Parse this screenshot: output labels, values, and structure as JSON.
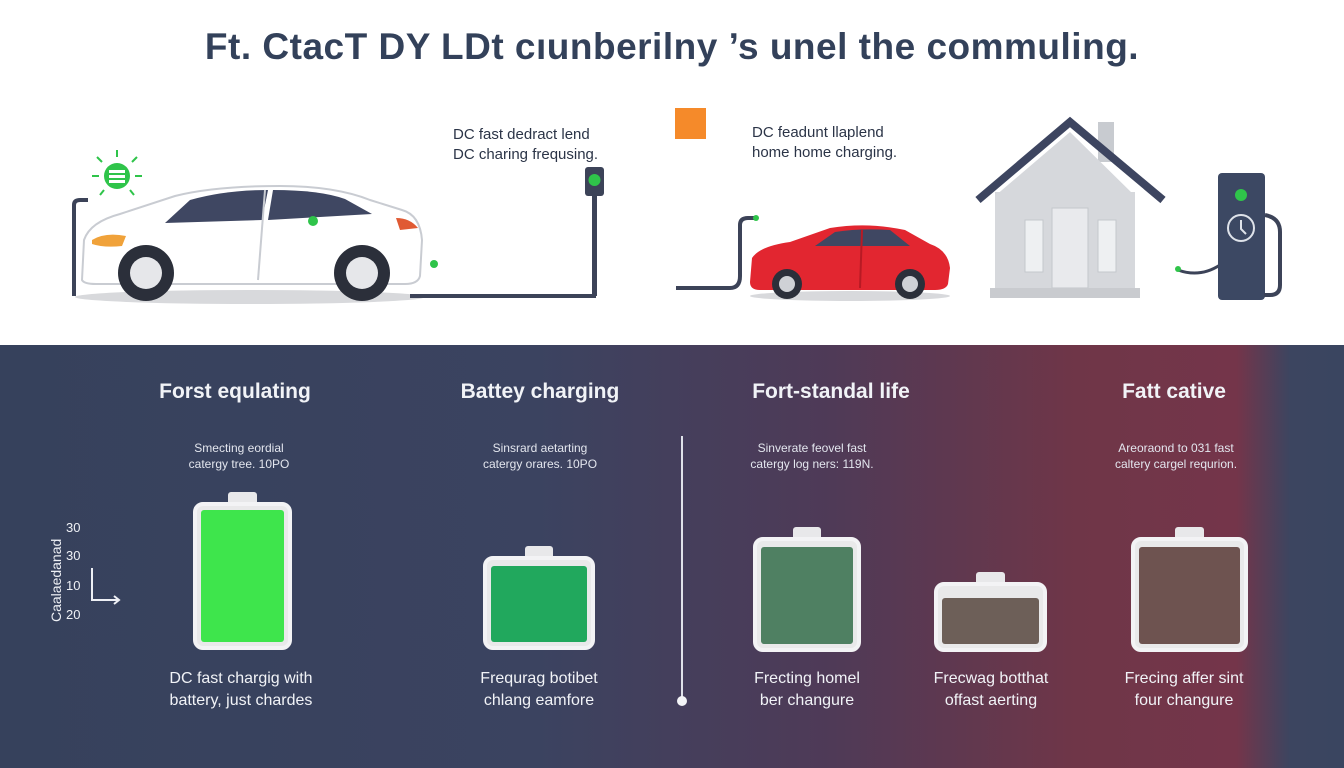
{
  "title": "Ft. CtacT DY LDt cıunberilny ’s unel the commuling.",
  "top_captions": [
    {
      "line1": "DC fast dedract lend",
      "line2": "DC charing frequsing."
    },
    {
      "line1": "DC feadunt llaplend",
      "line2": "home home charging."
    }
  ],
  "axis": {
    "label": "Caalaedanad",
    "ticks": [
      "30",
      "30",
      "10",
      "20"
    ]
  },
  "columns": [
    {
      "heading": "Forst equlating",
      "sub1": "Smecting eordial",
      "sub2": "catergy tree. 10PO",
      "cap1": "DC fast chargig with",
      "cap2": "battery, just chardes"
    },
    {
      "heading": "Battey charging",
      "sub1": "Sinsrard aetarting",
      "sub2": "catergy orares. 10PO",
      "cap1": "Frequrag botibet",
      "cap2": "chlang eamfore"
    },
    {
      "heading": "Fort-standal life",
      "sub1": "Sinverate feovel fast",
      "sub2": "catergy log ners: 119N.",
      "cap1": "Frecting homel",
      "cap2": "ber changure"
    },
    {
      "heading": "",
      "sub1": "",
      "sub2": "",
      "cap1": "Frecwag botthat",
      "cap2": "offast aerting"
    },
    {
      "heading": "Fatt cative",
      "sub1": "Areoraond to 031 fast",
      "sub2": "caltery cargel requrion.",
      "cap1": "Frecing affer sint",
      "cap2": "four changure"
    }
  ],
  "batteries": [
    {
      "level": 1.0,
      "color": "#3ee54c"
    },
    {
      "level": 0.98,
      "color": "#21a85d"
    },
    {
      "level": 0.98,
      "color": "#4f8062"
    },
    {
      "level": 0.85,
      "color": "#6d5f58"
    },
    {
      "level": 0.98,
      "color": "#6e5350"
    }
  ],
  "colors": {
    "accent_green": "#2fc44a",
    "accent_orange": "#f58a2a",
    "car_red": "#e22630",
    "navy": "#36415c"
  }
}
